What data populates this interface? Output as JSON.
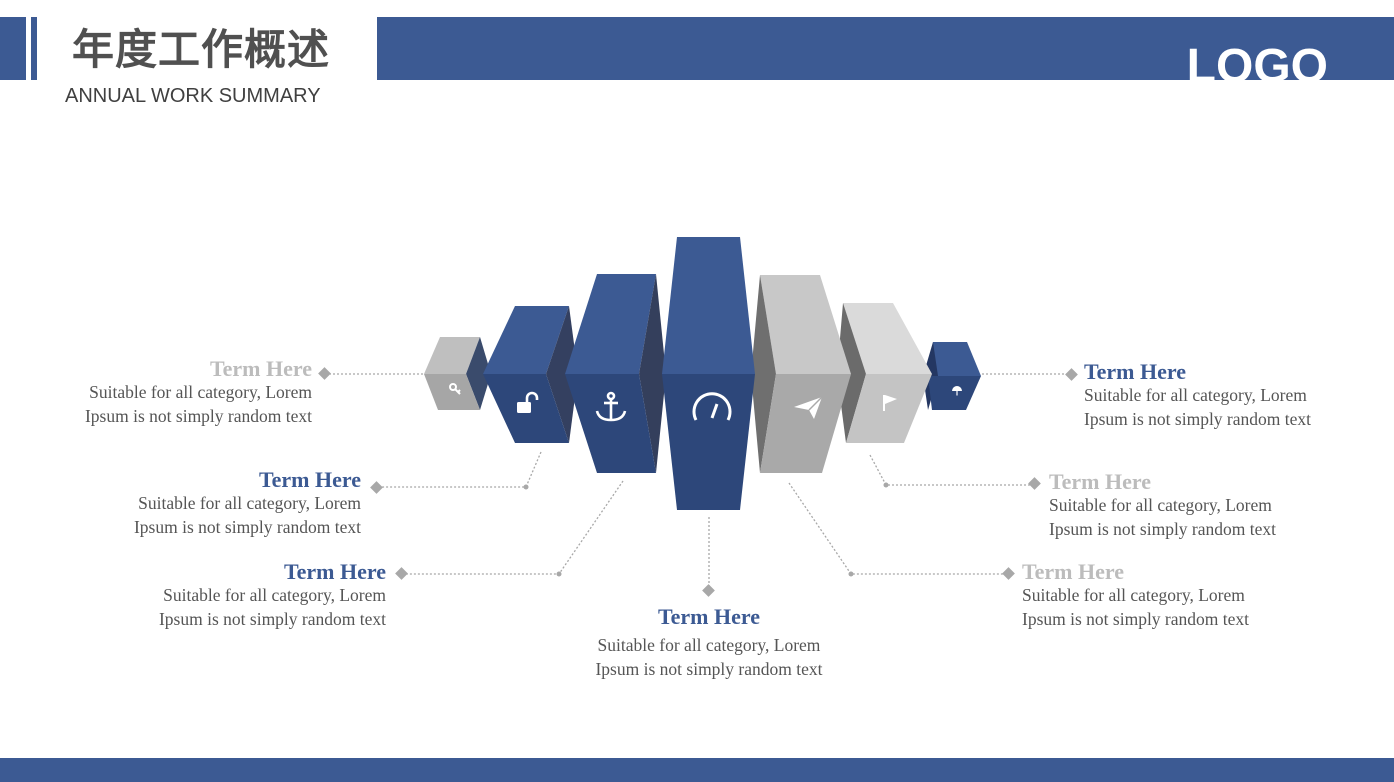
{
  "header": {
    "title": "年度工作概述",
    "subtitle": "ANNUAL WORK SUMMARY",
    "logo": "LOGO"
  },
  "colors": {
    "primary": "#3c5a93",
    "primary_dark": "#2d477a",
    "gray": "#bdbdbd",
    "gray_light": "#d6d6d6",
    "text": "#555555"
  },
  "blocks": [
    {
      "name": "block-key",
      "icon": "key-icon",
      "color": "gray"
    },
    {
      "name": "block-unlock",
      "icon": "unlock-icon",
      "color": "blue"
    },
    {
      "name": "block-anchor",
      "icon": "anchor-icon",
      "color": "blue"
    },
    {
      "name": "block-speedometer",
      "icon": "speedometer-icon",
      "color": "blue"
    },
    {
      "name": "block-paper-plane",
      "icon": "paper-plane-icon",
      "color": "gray"
    },
    {
      "name": "block-flag",
      "icon": "flag-icon",
      "color": "gray"
    },
    {
      "name": "block-umbrella",
      "icon": "umbrella-icon",
      "color": "blue"
    }
  ],
  "items": [
    {
      "title": "Term Here",
      "line1": "Suitable for all category, Lorem",
      "line2": "Ipsum is not simply random text"
    },
    {
      "title": "Term Here",
      "line1": "Suitable for all category, Lorem",
      "line2": "Ipsum is not simply random text"
    },
    {
      "title": "Term Here",
      "line1": "Suitable for all category, Lorem",
      "line2": "Ipsum is not simply random text"
    },
    {
      "title": "Term Here",
      "line1": "Suitable for all category, Lorem",
      "line2": "Ipsum is not simply random text"
    },
    {
      "title": "Term Here",
      "line1": "Suitable for all category, Lorem",
      "line2": "Ipsum is not simply random text"
    },
    {
      "title": "Term Here",
      "line1": "Suitable for all category, Lorem",
      "line2": "Ipsum is not simply random text"
    },
    {
      "title": "Term Here",
      "line1": "Suitable for all category, Lorem",
      "line2": "Ipsum is not simply random text"
    }
  ]
}
